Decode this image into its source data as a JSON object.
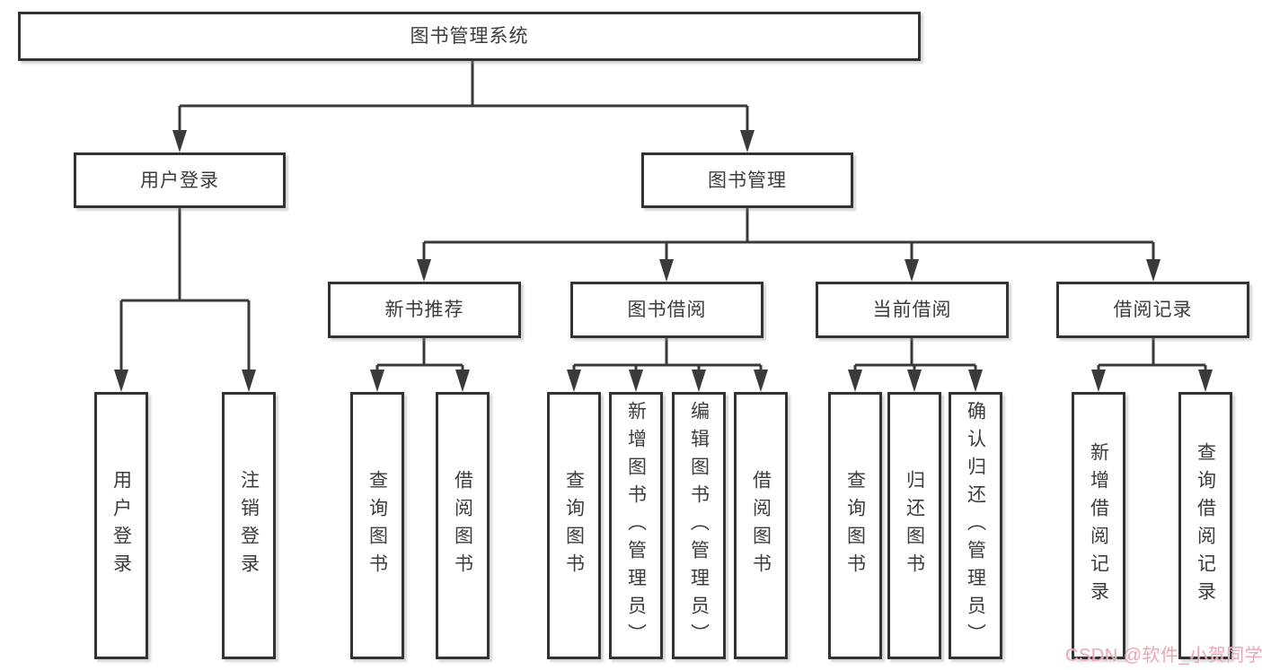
{
  "diagram": {
    "title_box": {
      "label": "图书管理系统"
    },
    "level1": [
      {
        "label": "用户登录"
      },
      {
        "label": "图书管理"
      }
    ],
    "level2": [
      {
        "label": "新书推荐"
      },
      {
        "label": "图书借阅"
      },
      {
        "label": "当前借阅"
      },
      {
        "label": "借阅记录"
      }
    ],
    "leaves": [
      {
        "label": "用户登录"
      },
      {
        "label": "注销登录"
      },
      {
        "label": "查询图书"
      },
      {
        "label": "借阅图书"
      },
      {
        "label": "查询图书"
      },
      {
        "label": "新增图书（管理员）"
      },
      {
        "label": "编辑图书（管理员）"
      },
      {
        "label": "借阅图书"
      },
      {
        "label": "查询图书"
      },
      {
        "label": "归还图书"
      },
      {
        "label": "确认归还（管理员）"
      },
      {
        "label": "新增借阅记录"
      },
      {
        "label": "查询借阅记录"
      }
    ]
  },
  "watermark": {
    "text": "CSDN @软件_小贺同学",
    "color": "#eba6b1"
  },
  "colors": {
    "line": "#3a3a3a",
    "border": "#333333",
    "box_fill": "#ffffff",
    "text": "#3c3c3c"
  }
}
